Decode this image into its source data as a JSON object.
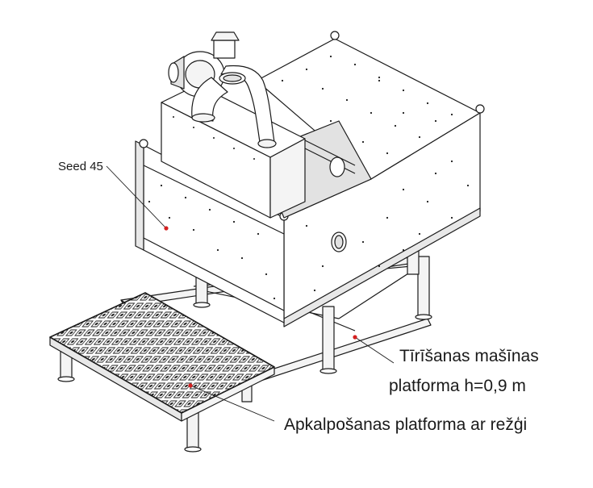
{
  "labels": {
    "seed_model": "Seed 45",
    "cleaning_platform_line1": "Tīrīšanas mašīnas",
    "cleaning_platform_line2": "platforma h=0,9 m",
    "service_platform": "Apkalpošanas platforma ar režģi"
  },
  "colors": {
    "line": "#1a1a1a",
    "pointer_dot": "#d42020",
    "fill_light": "#f4f4f4",
    "fill_mid": "#e2e2e2",
    "background": "#ffffff"
  },
  "icons": {
    "fan": "fan-icon",
    "grate": "grate-pattern"
  }
}
